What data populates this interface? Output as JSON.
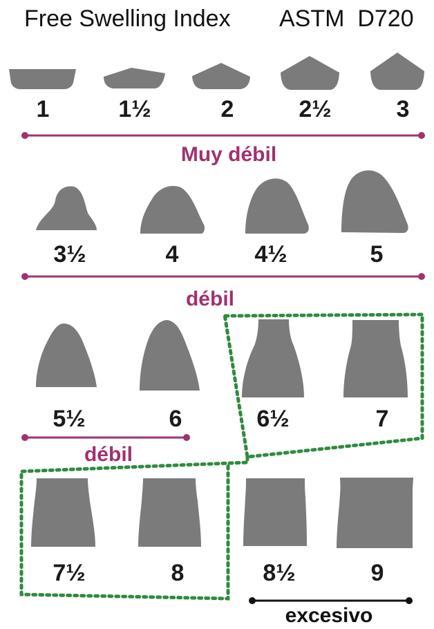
{
  "title": {
    "left": "Free Swelling Index",
    "right": "ASTM  D720"
  },
  "colors": {
    "shape": "#7b7b7b",
    "category": "#a0326e",
    "excessive_line": "#111111",
    "dotted_border": "#2e8b3e"
  },
  "profiles": [
    {
      "label": "1"
    },
    {
      "label": "1½"
    },
    {
      "label": "2"
    },
    {
      "label": "2½"
    },
    {
      "label": "3"
    },
    {
      "label": "3½"
    },
    {
      "label": "4"
    },
    {
      "label": "4½"
    },
    {
      "label": "5"
    },
    {
      "label": "5½"
    },
    {
      "label": "6"
    },
    {
      "label": "6½"
    },
    {
      "label": "7"
    },
    {
      "label": "7½"
    },
    {
      "label": "8"
    },
    {
      "label": "8½"
    },
    {
      "label": "9"
    }
  ],
  "categories": [
    {
      "label": "Muy débil"
    },
    {
      "label": "débil"
    },
    {
      "label": "débil"
    },
    {
      "label": "excesivo"
    }
  ]
}
